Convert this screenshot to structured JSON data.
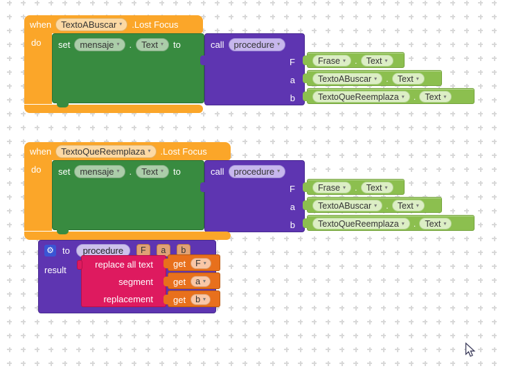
{
  "dot": ".",
  "icons": {
    "dropdown_arrow": "▾",
    "gear": "⚙"
  },
  "palette": {
    "event_orange": "#FBA629",
    "setter_green": "#388B40",
    "procedure_purple": "#5E35B1",
    "getter_green": "#8CBF4F",
    "text_crimson": "#DE1A5F",
    "variable_orange": "#E8701C",
    "param_chip_tan": "#E0A276",
    "gear_blue": "#3A55D4",
    "grid_plus": "#d8d8d8"
  },
  "event_block_1": {
    "when_label": "when",
    "component": "TextoABuscar",
    "event_name": ".Lost Focus",
    "do_label": "do",
    "setter": {
      "set_label": "set",
      "variable": "mensaje",
      "property": "Text",
      "to_label": "to"
    },
    "call": {
      "call_label": "call",
      "procedure_name": "procedure"
    },
    "args": [
      {
        "param": "F",
        "component": "Frase",
        "property": "Text"
      },
      {
        "param": "a",
        "component": "TextoABuscar",
        "property": "Text"
      },
      {
        "param": "b",
        "component": "TextoQueReemplaza",
        "property": "Text"
      }
    ]
  },
  "event_block_2": {
    "when_label": "when",
    "component": "TextoQueReemplaza",
    "event_name": ".Lost Focus",
    "do_label": "do",
    "setter": {
      "set_label": "set",
      "variable": "mensaje",
      "property": "Text",
      "to_label": "to"
    },
    "call": {
      "call_label": "call",
      "procedure_name": "procedure"
    },
    "args": [
      {
        "param": "F",
        "component": "Frase",
        "property": "Text"
      },
      {
        "param": "a",
        "component": "TextoABuscar",
        "property": "Text"
      },
      {
        "param": "b",
        "component": "TextoQueReemplaza",
        "property": "Text"
      }
    ]
  },
  "procedure_block": {
    "to_label": "to",
    "name": "procedure",
    "params": [
      "F",
      "a",
      "b"
    ],
    "result_label": "result",
    "rows": [
      {
        "label": "replace all text",
        "get_label": "get",
        "variable": "F"
      },
      {
        "label": "segment",
        "get_label": "get",
        "variable": "a"
      },
      {
        "label": "replacement",
        "get_label": "get",
        "variable": "b"
      }
    ]
  }
}
